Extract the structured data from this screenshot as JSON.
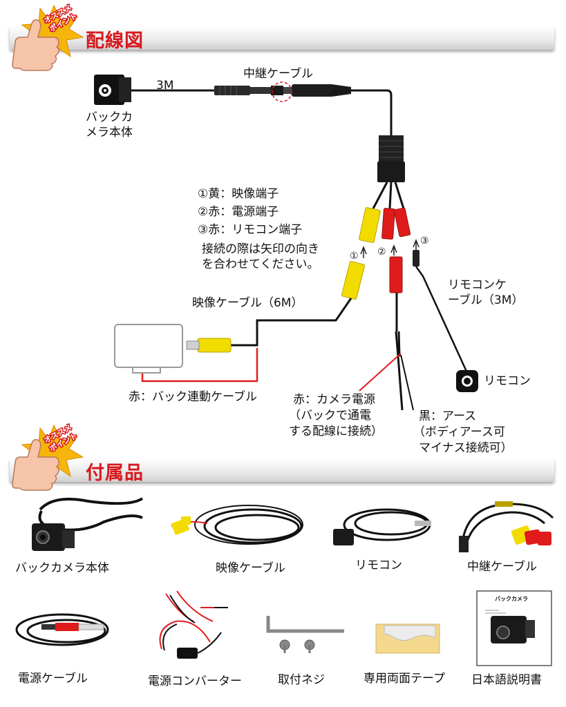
{
  "badge": {
    "line1": "オススメ",
    "line2": "ポイント"
  },
  "sections": {
    "wiring": {
      "title": "配線図"
    },
    "accessories": {
      "title": "付属品"
    }
  },
  "diagram": {
    "cable_length_3m": "3M",
    "relay_cable": "中継ケーブル",
    "camera_body": [
      "バックカ",
      "メラ本体"
    ],
    "legend": [
      "①黄：映像端子",
      "②赤：電源端子",
      "③赤：リモコン端子"
    ],
    "note": [
      "接続の際は矢印の向き",
      "を合わせてください。"
    ],
    "markers": [
      "①",
      "②",
      "③"
    ],
    "video_cable": "映像ケーブル（6M）",
    "remote_cable": [
      "リモコンケ",
      "ーブル（3M）"
    ],
    "remote": "リモコン",
    "red_back_cable": "赤：バック連動ケーブル",
    "red_power": [
      "赤：カメラ電源",
      "（バックで通電",
      "する配線に接続）"
    ],
    "black_ground": [
      "黒：アース",
      "（ボディアース可",
      "マイナス接続可）"
    ]
  },
  "accessories": [
    {
      "label": "バックカメラ本体"
    },
    {
      "label": "映像ケーブル"
    },
    {
      "label": "リモコン"
    },
    {
      "label": "中継ケーブル"
    },
    {
      "label": "電源ケーブル"
    },
    {
      "label": "電源コンバーター"
    },
    {
      "label": "取付ネジ"
    },
    {
      "label": "専用両面テープ"
    },
    {
      "label": "日本語説明書"
    }
  ],
  "manual_title": "バックカメラ",
  "colors": {
    "accent": "#d8181e",
    "yellow": "#f2dc00",
    "red": "#e01b1b",
    "cable": "#111111"
  }
}
